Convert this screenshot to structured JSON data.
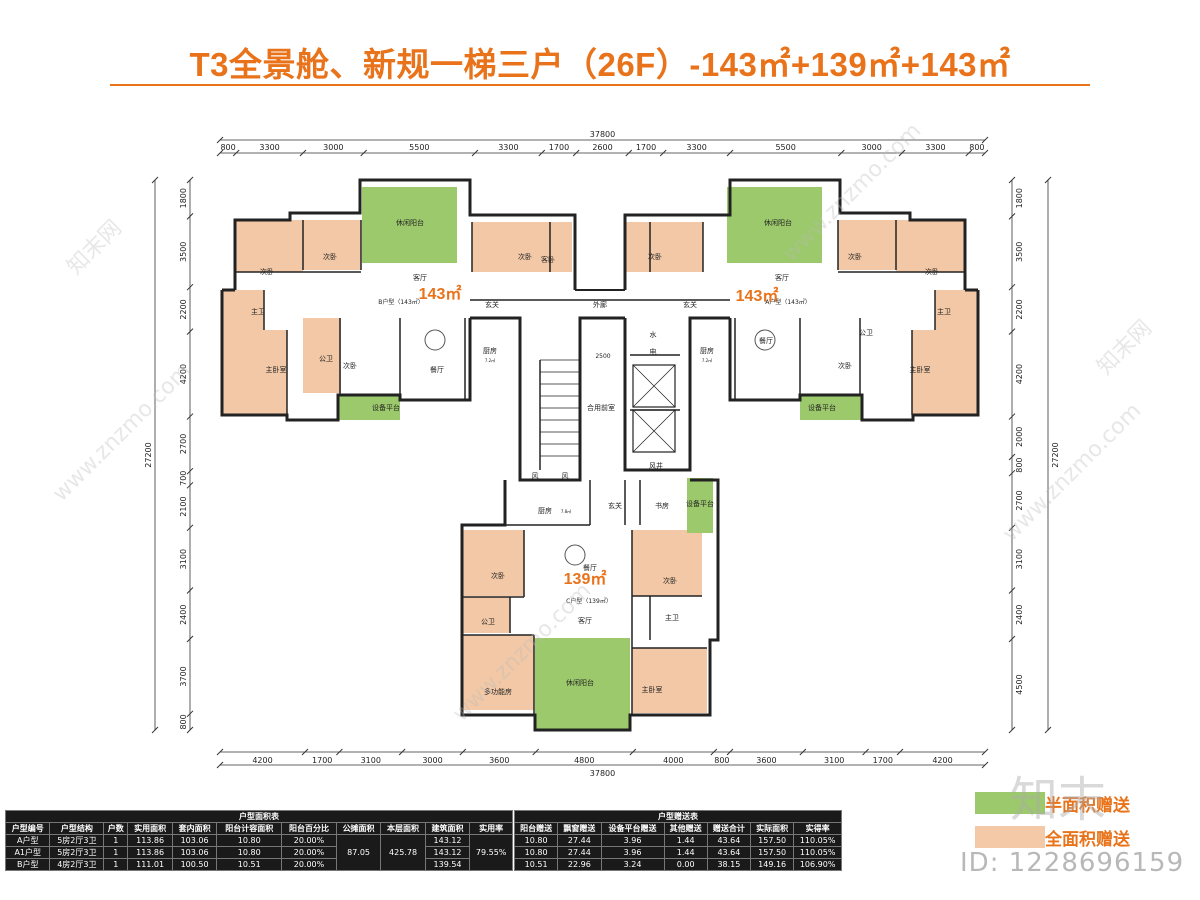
{
  "title": "T3全景舱、新规一梯三户（26F）-143㎡+139㎡+143㎡",
  "dims": {
    "top_total": "37800",
    "top": [
      "800",
      "3300",
      "3000",
      "5500",
      "3300",
      "1700",
      "2600",
      "1700",
      "3300",
      "5500",
      "3000",
      "3300",
      "800"
    ],
    "bottom_total": "37800",
    "bottom": [
      "4200",
      "1700",
      "3100",
      "3000",
      "3600",
      "4800",
      "4000",
      "800",
      "3600",
      "3100",
      "1700",
      "4200"
    ],
    "left_total": "27200",
    "left": [
      "1800",
      "3500",
      "2200",
      "4200",
      "2700",
      "700",
      "2100",
      "3100",
      "2400",
      "3700",
      "800"
    ],
    "right_total": "27200",
    "right": [
      "1800",
      "3500",
      "2200",
      "4200",
      "2000",
      "800",
      "2700",
      "3100",
      "2400",
      "4500"
    ]
  },
  "areas": {
    "left": "143㎡",
    "right": "143㎡",
    "bottom": "139㎡"
  },
  "unit_tags": {
    "b": "B户型（143㎡）",
    "a": "A户型（143㎡）",
    "c": "C户型（139㎡）"
  },
  "rooms": {
    "leisure_balcony": "休闲阳台",
    "second_bedroom": "次卧",
    "living": "客厅",
    "master_bath": "主卫",
    "public_bath": "公卫",
    "master_bedroom": "主卧室",
    "dining": "餐厅",
    "kitchen": "厨房",
    "equipment_platform": "设备平台",
    "foyer": "玄关",
    "corridor": "外廊",
    "water": "水",
    "electric": "电",
    "shared_lobby": "合用前室",
    "air_shaft": "风井",
    "wind": "风",
    "study": "书房",
    "multi_room": "多功能房",
    "guest_bedroom": "客卧"
  },
  "small_labels": {
    "kitchen_area": "7.2㎡",
    "kitchen_area_c": "7.8㎡",
    "stair_width": "2500"
  },
  "table1": {
    "title": "户型面积表",
    "headers": [
      "户型编号",
      "户型结构",
      "户数",
      "实用面积",
      "套内面积",
      "阳台计容面积",
      "阳台百分比",
      "公摊面积",
      "本层面积",
      "建筑面积",
      "实用率"
    ],
    "rows": [
      [
        "A户型",
        "5房2厅3卫",
        "1",
        "113.86",
        "103.06",
        "10.80",
        "20.00%",
        "143.12"
      ],
      [
        "A1户型",
        "5房2厅3卫",
        "1",
        "113.86",
        "103.06",
        "10.80",
        "20.00%",
        "143.12"
      ],
      [
        "B户型",
        "4房2厅3卫",
        "1",
        "111.01",
        "100.50",
        "10.51",
        "20.00%",
        "139.54"
      ]
    ],
    "merged": {
      "gongtan": "87.05",
      "bencheng": "425.78",
      "shiyonglv": "79.55%"
    }
  },
  "table2": {
    "title": "户型赠送表",
    "headers": [
      "阳台赠送",
      "飘窗赠送",
      "设备平台赠送",
      "其他赠送",
      "赠送合计",
      "实际面积",
      "实得率"
    ],
    "rows": [
      [
        "10.80",
        "27.44",
        "3.96",
        "1.44",
        "43.64",
        "157.50",
        "110.05%"
      ],
      [
        "10.80",
        "27.44",
        "3.96",
        "1.44",
        "43.64",
        "157.50",
        "110.05%"
      ],
      [
        "10.51",
        "22.96",
        "3.24",
        "0.00",
        "38.15",
        "149.16",
        "106.90%"
      ]
    ]
  },
  "legend": {
    "half_label": "半面积赠送",
    "full_label": "全面积赠送",
    "half_color": "#9cc96b",
    "full_color": "#f4c9a8"
  },
  "watermark": {
    "logo": "知末",
    "id": "ID: 1228696159",
    "site": "www.znzmo.com",
    "brand": "知末网"
  },
  "colors": {
    "accent": "#e8731a",
    "green": "#9cc96b",
    "peach": "#f2c8a6",
    "wall": "#222222"
  }
}
